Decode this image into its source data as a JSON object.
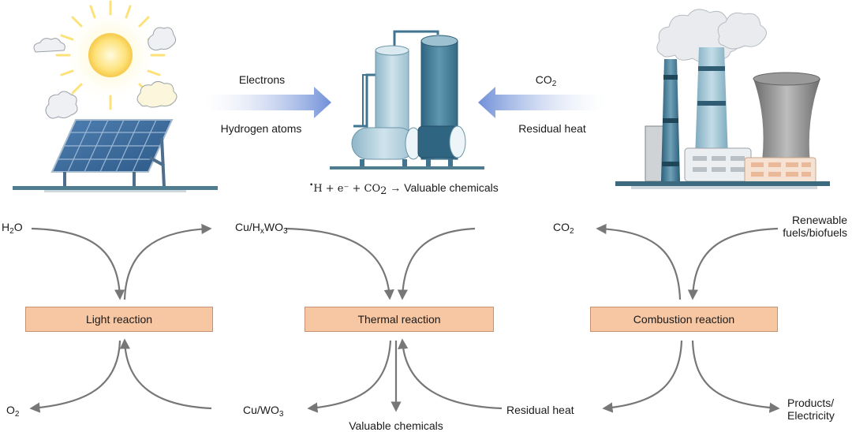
{
  "top": {
    "left_arrow": {
      "top_label": "Electrons",
      "bottom_label": "Hydrogen atoms"
    },
    "right_arrow": {
      "top_label_main": "CO",
      "top_label_sub": "2",
      "bottom_label": "Residual heat"
    },
    "equation": {
      "radical": "•",
      "math": "H + e⁻ + CO",
      "math_sub": "2",
      "arrow_text": " → Valuable chemicals"
    }
  },
  "boxes": {
    "light": "Light reaction",
    "thermal": "Thermal reaction",
    "combustion": "Combustion reaction"
  },
  "labels": {
    "h2o": {
      "main": "H",
      "sub": "2",
      "tail": "O"
    },
    "o2": {
      "main": "O",
      "sub": "2"
    },
    "cu_hxwo3": {
      "a": "Cu/H",
      "b": "x",
      "c": "WO",
      "d": "3"
    },
    "cu_wo3": {
      "a": "Cu/WO",
      "b": "3"
    },
    "valuable_chemicals": "Valuable chemicals",
    "co2": {
      "main": "CO",
      "sub": "2"
    },
    "residual_heat": "Residual heat",
    "renewable_line1": "Renewable",
    "renewable_line2": "fuels/biofuels",
    "products_line1": "Products/",
    "products_line2": "Electricity"
  },
  "colors": {
    "box_fill": "#f7c6a3",
    "arrow_gray": "#777777",
    "gradient_blue": "#6f8fd8",
    "steel_blue": "#3f7590",
    "light_blue": "#a9cbd8",
    "sun_yellow": "#fde27a"
  }
}
